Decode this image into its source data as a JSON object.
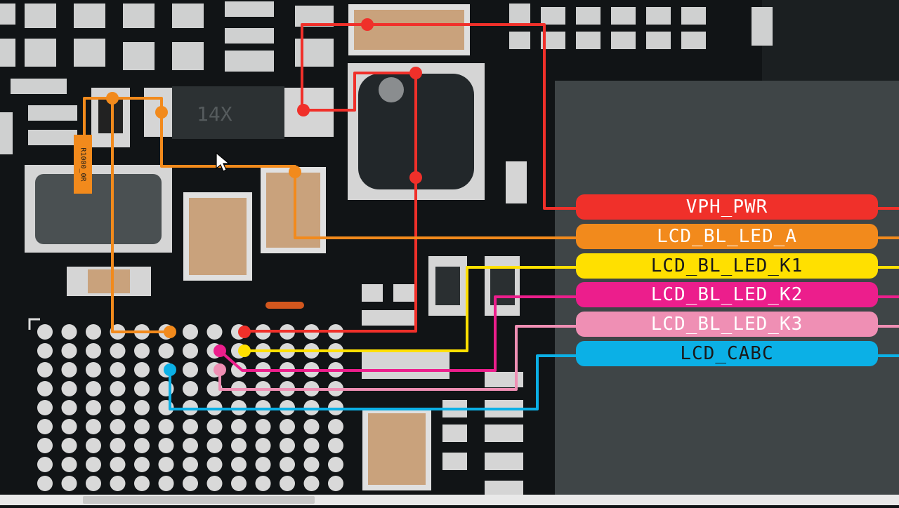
{
  "nets": [
    {
      "key": "vph_pwr",
      "label": "VPH_PWR",
      "color": "#f0302a",
      "text_color": "#ffffff"
    },
    {
      "key": "lcd_bl_led_a",
      "label": "LCD_BL_LED_A",
      "color": "#f28a1c",
      "text_color": "#ffffff"
    },
    {
      "key": "lcd_bl_led_k1",
      "label": "LCD_BL_LED_K1",
      "color": "#ffe000",
      "text_color": "#1a1a1a"
    },
    {
      "key": "lcd_bl_led_k2",
      "label": "LCD_BL_LED_K2",
      "color": "#ec1e8c",
      "text_color": "#ffffff"
    },
    {
      "key": "lcd_bl_led_k3",
      "label": "LCD_BL_LED_K3",
      "color": "#ef8fb4",
      "text_color": "#ffffff"
    },
    {
      "key": "lcd_cabc",
      "label": "LCD_CABC",
      "color": "#0bb0e6",
      "text_color": "#1a1a1a"
    }
  ],
  "component_labels": {
    "resistor": "R1000_0R",
    "ic_marking": "14X"
  },
  "colors": {
    "pcb": "#111416",
    "chip_body": "#444a4c",
    "pad": "#d9d9d9",
    "capacitor": "#c9a27c"
  }
}
